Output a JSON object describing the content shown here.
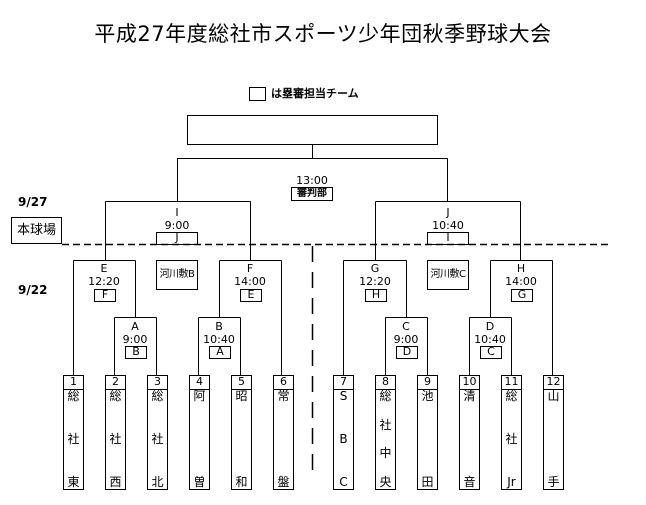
{
  "title": "平成27年度総社市スポーツ少年団秋季野球大会",
  "legend": {
    "text": "は塁審担当チーム"
  },
  "dates": {
    "day2": "9/27",
    "day1": "9/22"
  },
  "venues": {
    "main": "本球場",
    "aux_b": "河川敷B",
    "aux_c": "河川敷C"
  },
  "final": {
    "time": "13:00",
    "umpire": "審判部"
  },
  "matches": {
    "I": {
      "label": "I",
      "time": "9:00",
      "umpire": "J"
    },
    "J": {
      "label": "J",
      "time": "10:40",
      "umpire": "I"
    },
    "E": {
      "label": "E",
      "time": "12:20",
      "umpire": "F"
    },
    "F": {
      "label": "F",
      "time": "14:00",
      "umpire": "E"
    },
    "G": {
      "label": "G",
      "time": "12:20",
      "umpire": "H"
    },
    "H": {
      "label": "H",
      "time": "14:00",
      "umpire": "G"
    },
    "A": {
      "label": "A",
      "time": "9:00",
      "umpire": "B"
    },
    "B": {
      "label": "B",
      "time": "10:40",
      "umpire": "A"
    },
    "C": {
      "label": "C",
      "time": "9:00",
      "umpire": "D"
    },
    "D": {
      "label": "D",
      "time": "10:40",
      "umpire": "C"
    }
  },
  "teams": [
    {
      "num": "1",
      "chars": [
        "総",
        "社",
        "東"
      ]
    },
    {
      "num": "2",
      "chars": [
        "総",
        "社",
        "西"
      ]
    },
    {
      "num": "3",
      "chars": [
        "総",
        "社",
        "北"
      ]
    },
    {
      "num": "4",
      "chars": [
        "阿",
        "曽"
      ]
    },
    {
      "num": "5",
      "chars": [
        "昭",
        "和"
      ]
    },
    {
      "num": "6",
      "chars": [
        "常",
        "盤"
      ]
    },
    {
      "num": "7",
      "chars": [
        "S",
        "B",
        "C"
      ]
    },
    {
      "num": "8",
      "chars": [
        "総",
        "社",
        "中",
        "央"
      ]
    },
    {
      "num": "9",
      "chars": [
        "池",
        "田"
      ]
    },
    {
      "num": "10",
      "chars": [
        "清",
        "音"
      ]
    },
    {
      "num": "11",
      "chars": [
        "総",
        "社",
        "Jr"
      ]
    },
    {
      "num": "12",
      "chars": [
        "山",
        "手"
      ]
    }
  ]
}
